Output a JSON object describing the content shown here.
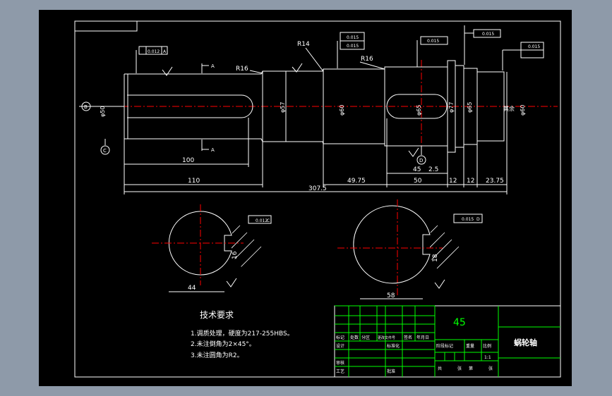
{
  "colors": {
    "viewport": "#8e9aa9",
    "sheet": "#000000",
    "line": "#ffffff",
    "centerline": "#ff0000",
    "table_grid": "#00ff00",
    "annotation": "#ffff00"
  },
  "shaft": {
    "dimensions": {
      "d110": "110",
      "d100": "100",
      "d307": "307.5",
      "d49": "49.75",
      "d50": "50",
      "d12a": "12",
      "d12b": "12",
      "d23": "23.75",
      "d45": "45",
      "d25": "2.5"
    },
    "diameters": {
      "d_left": "φ50",
      "d_57": "φ57",
      "d_60": "φ60",
      "d_65": "φ65",
      "d_77": "φ77",
      "d_65b": "φ65",
      "d_right": "φ60"
    },
    "radii": {
      "r16a": "R16",
      "r14": "R14",
      "r16b": "R16"
    },
    "tolerances": {
      "t1": "0.012",
      "t2": "0.015",
      "t3": "0.015",
      "t4": "0.015",
      "t5": "0.015",
      "t6": "0.015"
    },
    "datums": {
      "A": "A",
      "B": "B",
      "C": "C",
      "D": "D"
    },
    "section_marks": {
      "a": "A",
      "b": "A"
    },
    "labels": {
      "rest": "其余"
    }
  },
  "sections": {
    "left": {
      "width": "44",
      "depth": "16",
      "tol": "0.012",
      "datum": "C"
    },
    "right": {
      "width": "58",
      "depth": "18",
      "tol": "0.015",
      "datum": "D"
    }
  },
  "tech_requirements": {
    "title": "技术要求",
    "items": [
      "1.调质处理，硬度为217-255HBS。",
      "2.未注倒角为2×45°。",
      "3.未注圆角为R2。"
    ]
  },
  "title_block": {
    "material": "45",
    "part_name": "蜗轮轴",
    "labels": [
      "标记",
      "处数",
      "分区",
      "更改文件号",
      "签名",
      "年月日"
    ],
    "row_labels": [
      "设计",
      "标准化",
      "审核",
      "工艺",
      "批准"
    ],
    "stage_labels": [
      "阶段标记",
      "重量",
      "比例"
    ],
    "scale": "1:1",
    "bottom_labels": [
      "共",
      "张",
      "第",
      "张"
    ]
  }
}
